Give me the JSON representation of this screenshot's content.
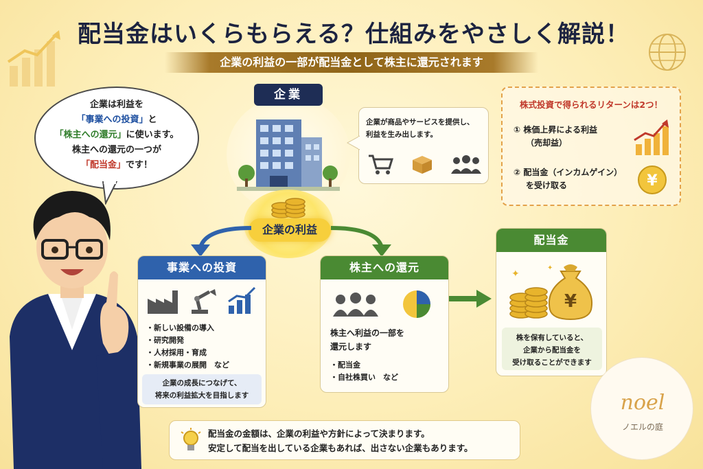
{
  "title": "配当金はいくらもらえる？仕組みをやさしく解説！",
  "subtitle": "企業の利益の一部が配当金として株主に還元されます",
  "bubble": {
    "line1": "企業は利益を",
    "line2a": "「事業への投資」",
    "line2b": "と",
    "line3a": "「株主への還元」",
    "line3b": "に使います。",
    "line4": "株主への還元の一つが",
    "line5a": "「配当金」",
    "line5b": "です！"
  },
  "company": {
    "label": "企業",
    "desc_line1": "企業が商品やサービスを提供し、",
    "desc_line2": "利益を生み出します。",
    "profit_label": "企業の利益"
  },
  "returns": {
    "title": "株式投資で得られるリターンは2つ！",
    "item1_num": "①",
    "item1_line1": "株価上昇による利益",
    "item1_line2": "（売却益）",
    "item2_num": "②",
    "item2_line1": "配当金（インカムゲイン）",
    "item2_line2": "を受け取る",
    "yen_symbol": "¥"
  },
  "invest_panel": {
    "heading": "事業への投資",
    "items": [
      "・新しい設備の導入",
      "・研究開発",
      "・人材採用・育成",
      "・新規事業の展開　など"
    ],
    "note_line1": "企業の成長につなげて、",
    "note_line2": "将来の利益拡大を目指します"
  },
  "share_panel": {
    "heading": "株主への還元",
    "desc_line1": "株主へ利益の一部を",
    "desc_line2": "還元します",
    "items": [
      "・配当金",
      "・自社株買い　など"
    ]
  },
  "dividend_panel": {
    "heading": "配当金",
    "bag_symbol": "¥",
    "note_line1": "株を保有していると、",
    "note_line2": "企業から配当金を",
    "note_line3": "受け取ることができます"
  },
  "bottom": {
    "line1": "配当金の金額は、企業の利益や方針によって決まります。",
    "line2": "安定して配当を出している企業もあれば、出さない企業もあります。"
  },
  "stamp": {
    "main": "noel",
    "sub": "ノエルの庭"
  },
  "colors": {
    "navy": "#1e2d55",
    "blue": "#2f62ac",
    "green": "#4a8a33",
    "gold": "#f7cf3c",
    "red": "#c0392b"
  }
}
